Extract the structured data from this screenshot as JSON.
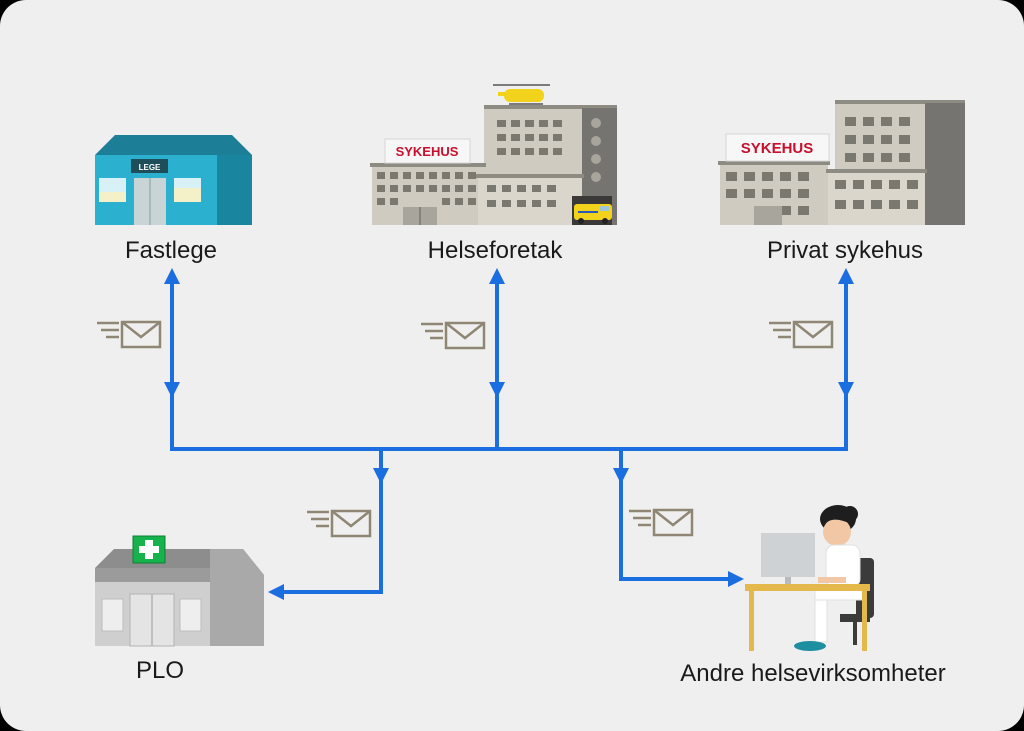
{
  "diagram": {
    "nodes": {
      "fastlege": {
        "label": "Fastlege",
        "sign": "LEGE"
      },
      "helseforetak": {
        "label": "Helseforetak",
        "sign": "SYKEHUS"
      },
      "privat": {
        "label": "Privat sykehus",
        "sign": "SYKEHUS"
      },
      "plo": {
        "label": "PLO"
      },
      "andre": {
        "label": "Andre helsevirksomheter"
      }
    },
    "icons": {
      "message": "envelope-icon",
      "bus_color": "#1a6ee0"
    },
    "colors": {
      "background": "#efefef",
      "connector": "#1a6ee0",
      "envelope": "#8f8774",
      "sign_red": "#c8102e",
      "lege_building": "#28a9c7",
      "plo_cross": "#16b24b"
    }
  }
}
